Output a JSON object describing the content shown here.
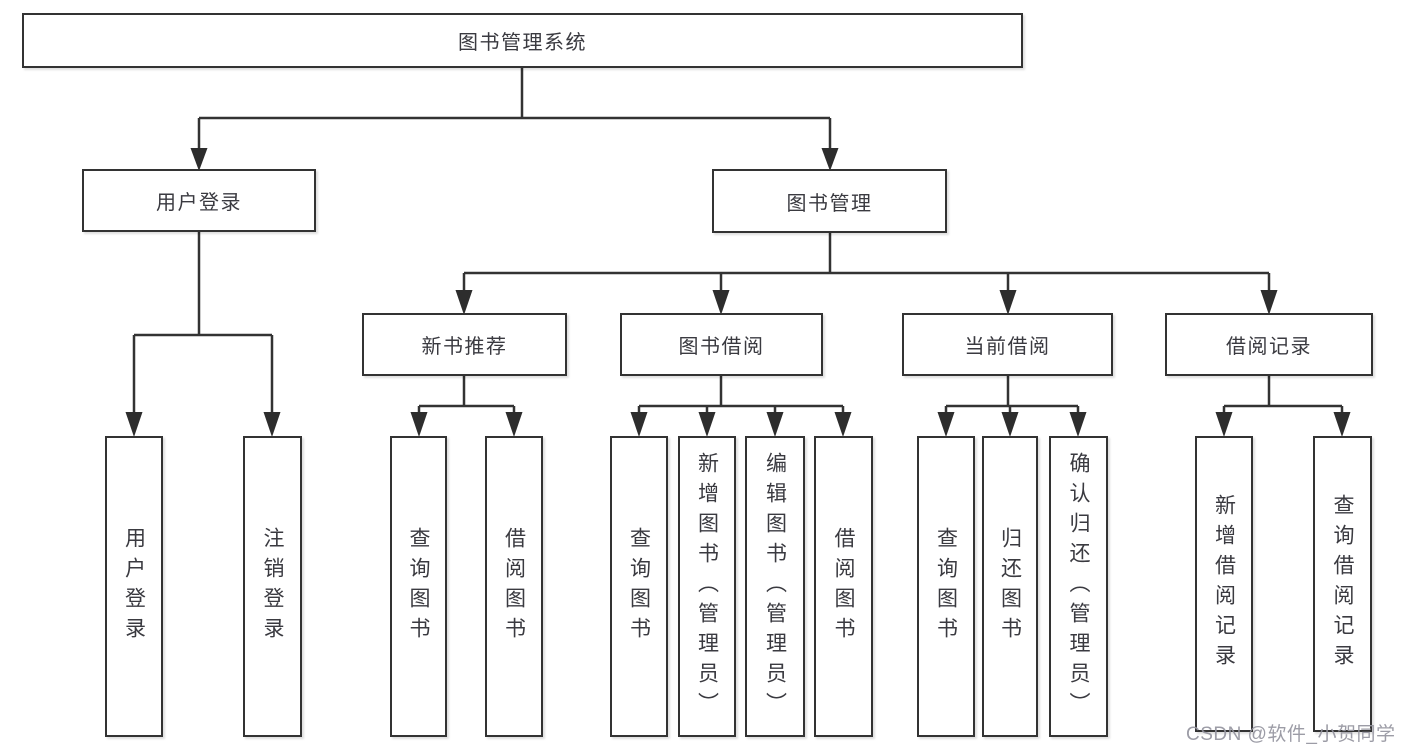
{
  "diagram": {
    "root": {
      "label": "图书管理系统"
    },
    "branches": [
      {
        "label": "用户登录",
        "children": [
          {
            "label": "用户登录"
          },
          {
            "label": "注销登录"
          }
        ]
      },
      {
        "label": "图书管理",
        "children": [
          {
            "label": "新书推荐",
            "children": [
              {
                "label": "查询图书"
              },
              {
                "label": "借阅图书"
              }
            ]
          },
          {
            "label": "图书借阅",
            "children": [
              {
                "label": "查询图书"
              },
              {
                "label": "新增图书（管理员）"
              },
              {
                "label": "编辑图书（管理员）"
              },
              {
                "label": "借阅图书"
              }
            ]
          },
          {
            "label": "当前借阅",
            "children": [
              {
                "label": "查询图书"
              },
              {
                "label": "归还图书"
              },
              {
                "label": "确认归还（管理员）"
              }
            ]
          },
          {
            "label": "借阅记录",
            "children": [
              {
                "label": "新增借阅记录"
              },
              {
                "label": "查询借阅记录"
              }
            ]
          }
        ]
      }
    ]
  },
  "watermark": {
    "text": "CSDN @软件_小贺同学"
  },
  "colors": {
    "line": "#333333",
    "box_border": "#333333",
    "text": "#3a3a40",
    "watermark": "#94949e",
    "background": "#ffffff"
  }
}
